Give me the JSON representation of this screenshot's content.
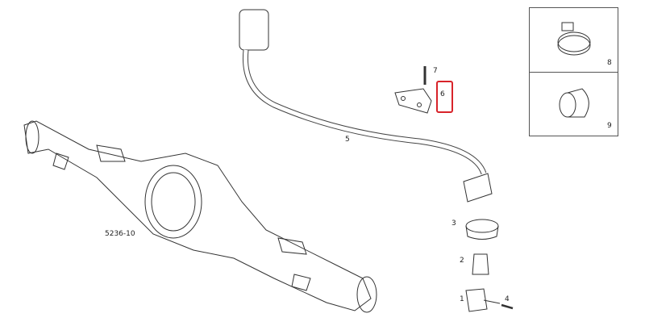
{
  "diagram": {
    "assembly_label": "5236-10",
    "parts": [
      {
        "num": "1"
      },
      {
        "num": "2"
      },
      {
        "num": "3"
      },
      {
        "num": "4"
      },
      {
        "num": "5"
      },
      {
        "num": "6",
        "highlighted": true
      },
      {
        "num": "7"
      },
      {
        "num": "8"
      },
      {
        "num": "9"
      }
    ],
    "highlight_color": "#d8232a"
  }
}
